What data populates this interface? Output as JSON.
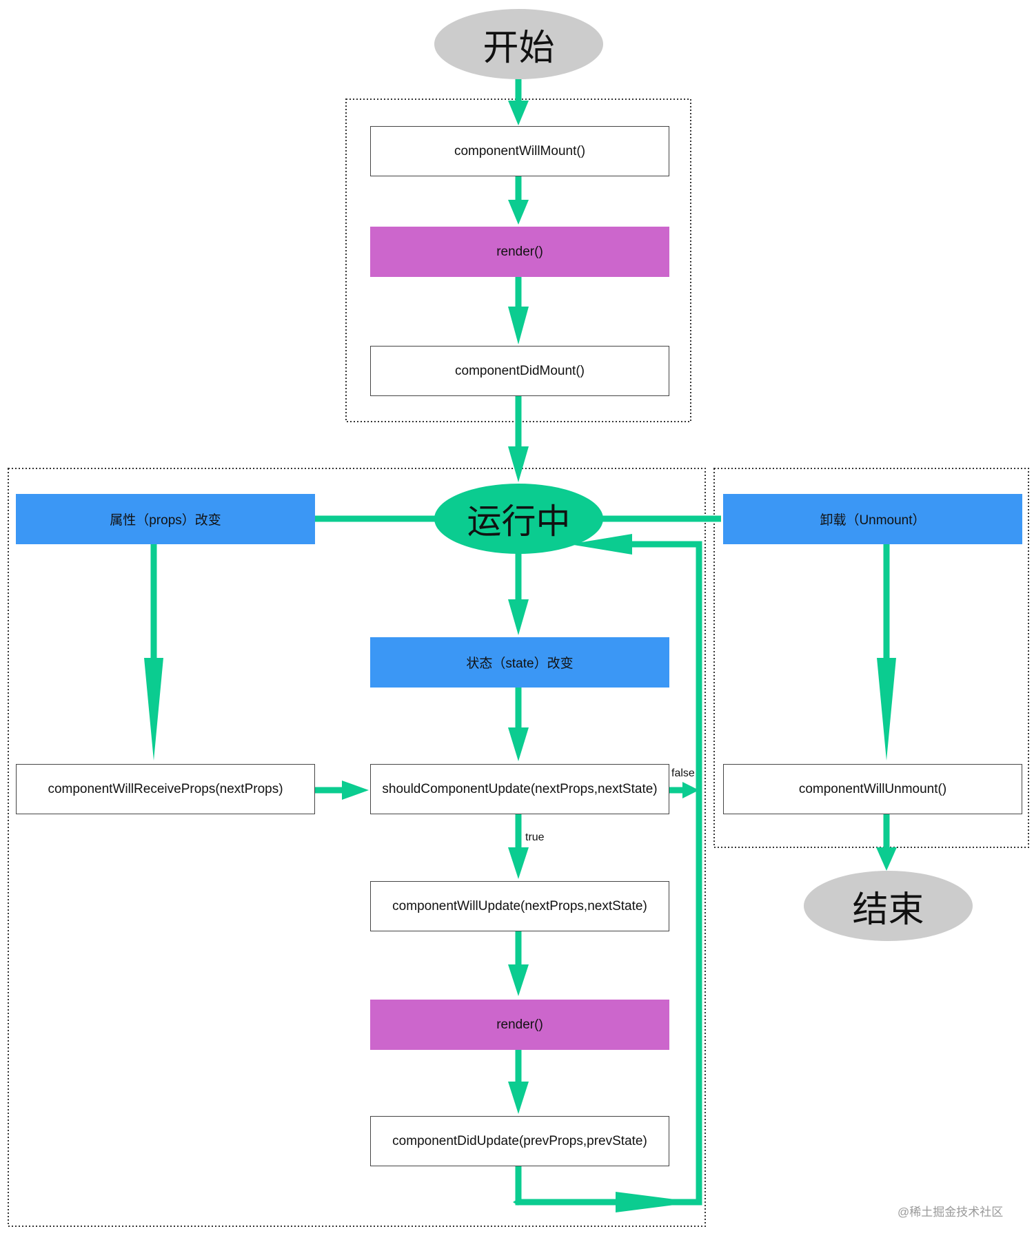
{
  "nodes": {
    "start": "开始",
    "will_mount": "componentWillMount()",
    "render_mount": "render()",
    "did_mount": "componentDidMount()",
    "running": "运行中",
    "props_change": "属性（props）改变",
    "state_change": "状态（state）改变",
    "unmount": "卸载（Unmount）",
    "will_receive_props": "componentWillReceiveProps(nextProps)",
    "should_update": "shouldComponentUpdate(nextProps,nextState)",
    "will_unmount": "componentWillUnmount()",
    "will_update": "componentWillUpdate(nextProps,nextState)",
    "render_update": "render()",
    "did_update": "componentDidUpdate(prevProps,prevState)",
    "end": "结束"
  },
  "edge_labels": {
    "false": "false",
    "true": "true"
  },
  "watermark": "@稀土掘金技术社区",
  "colors": {
    "arrow": "#0bcc90",
    "render_box": "#cc66cc",
    "event_box": "#3b97f5",
    "terminal_oval": "#cccccc",
    "running_oval": "#0bcc90"
  }
}
